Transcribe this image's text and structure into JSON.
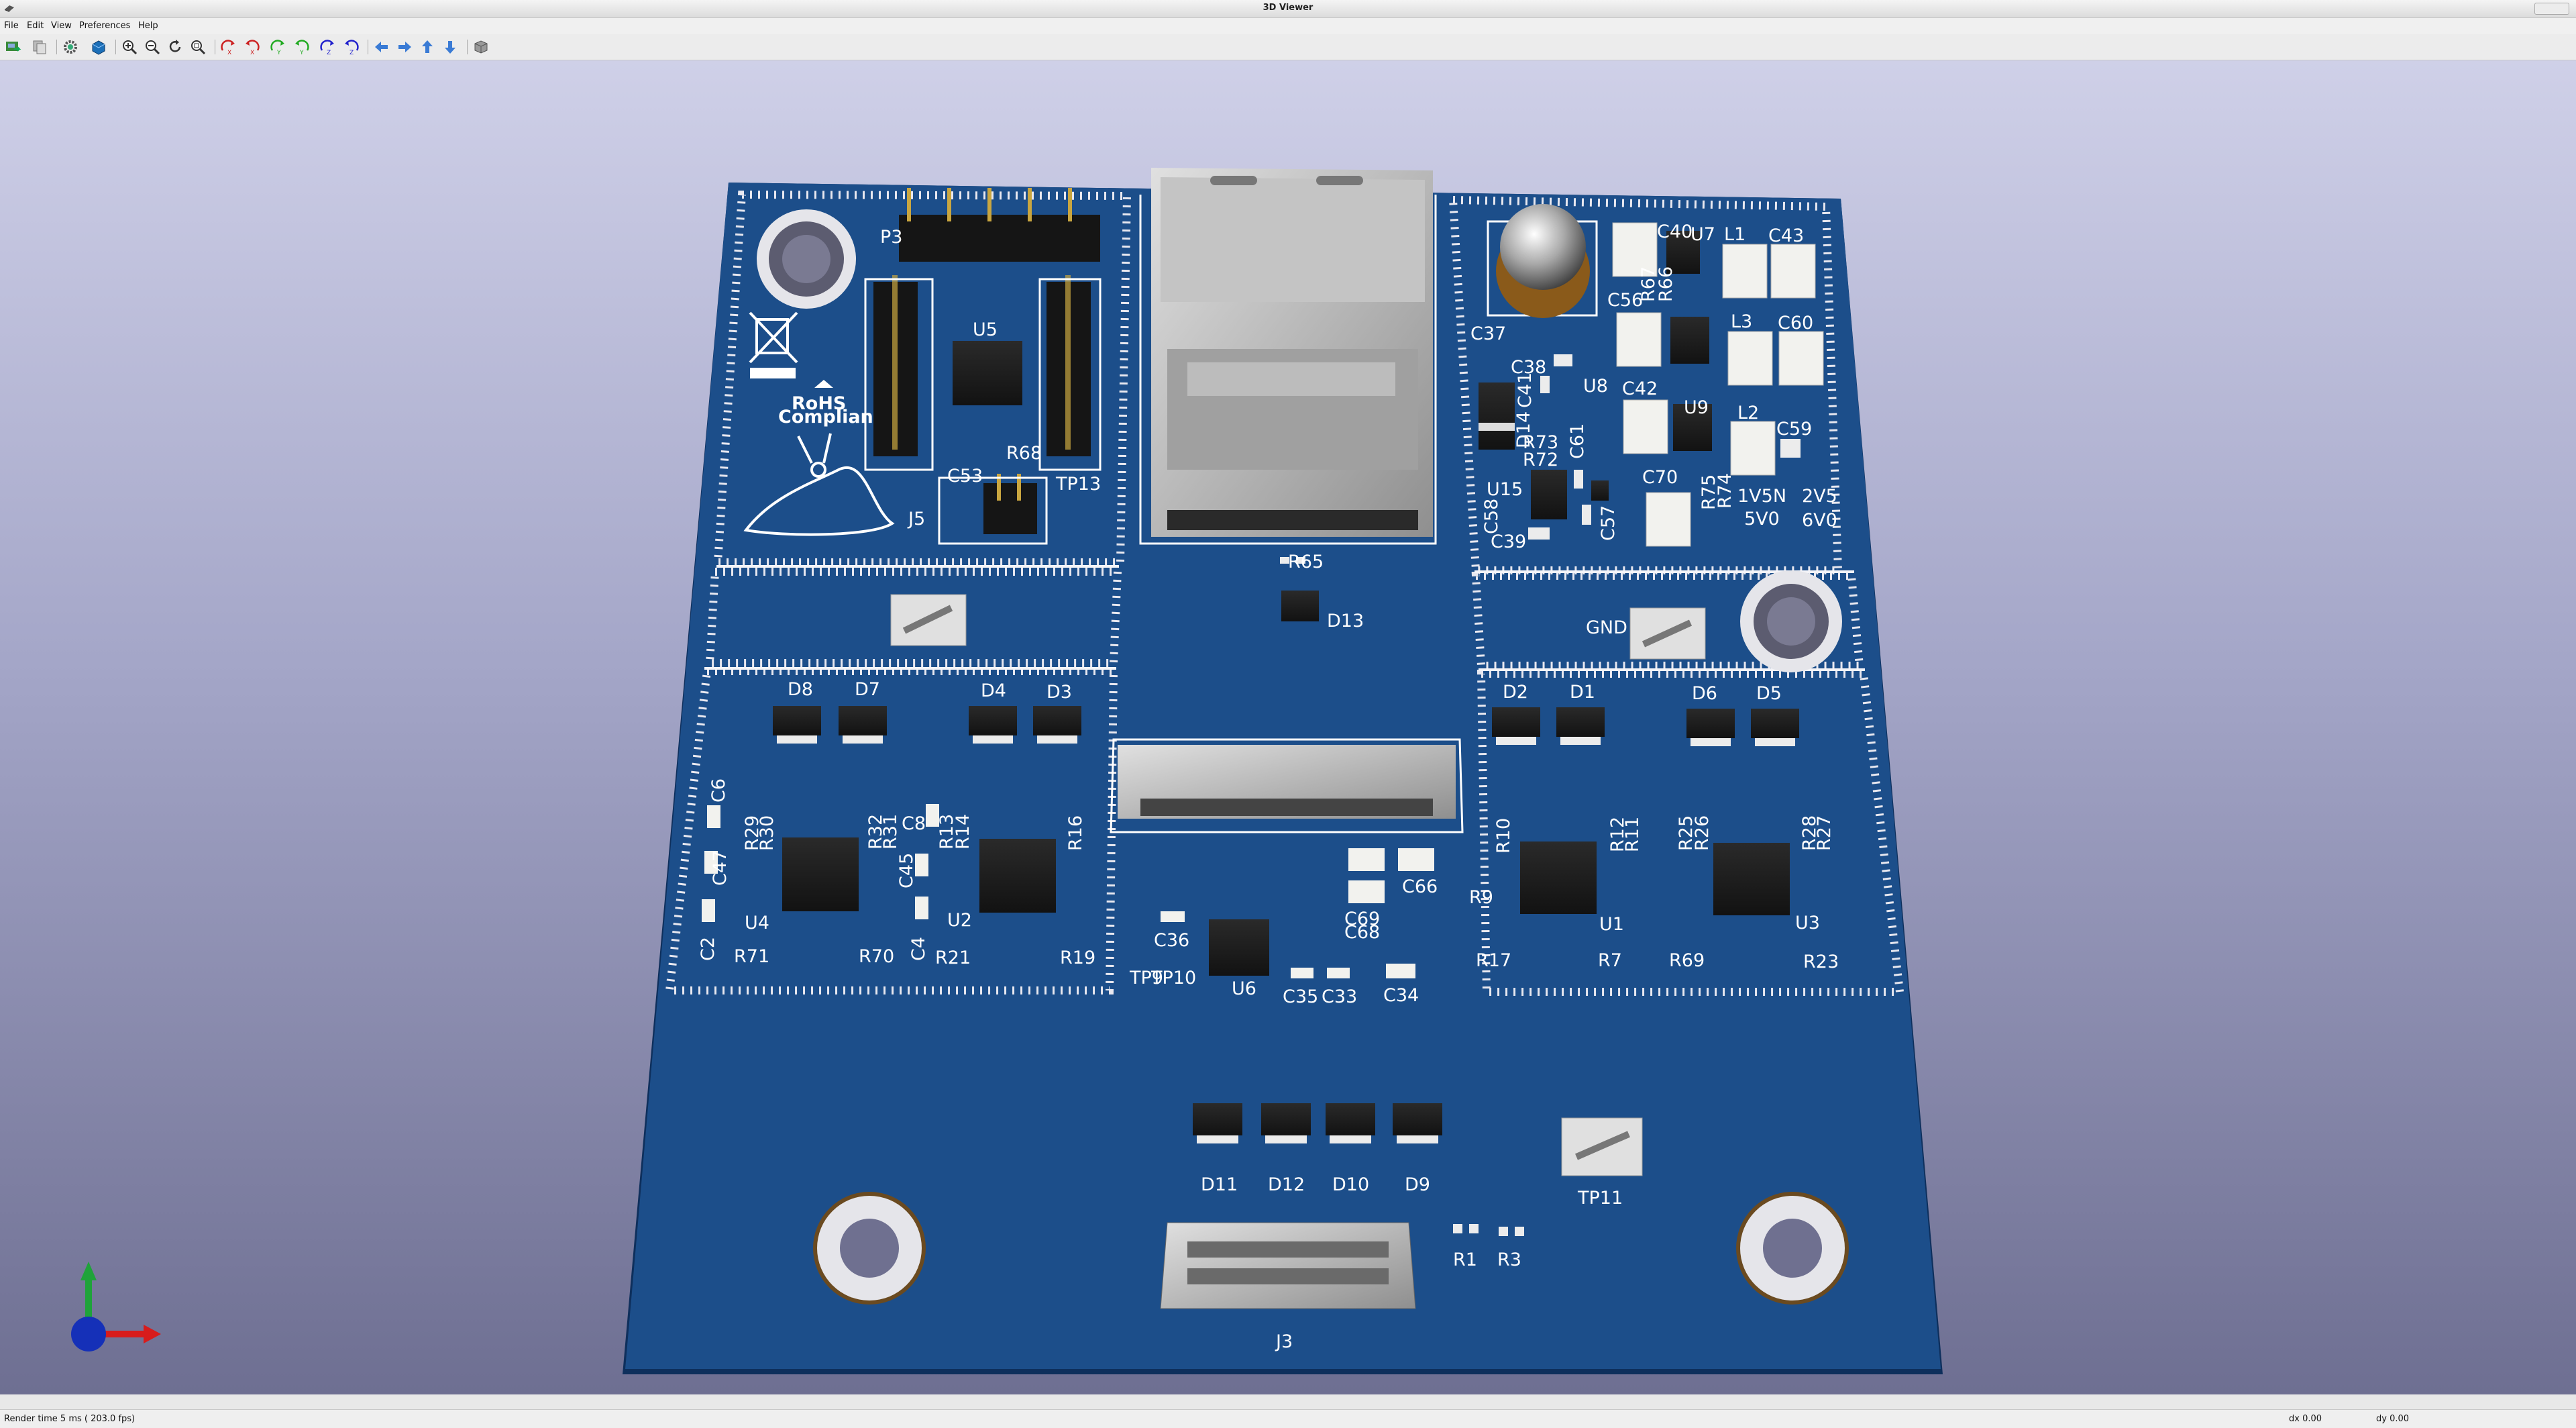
{
  "window": {
    "title": "3D Viewer"
  },
  "menu": [
    "File",
    "Edit",
    "View",
    "Preferences",
    "Help"
  ],
  "toolbar": [
    "export-image-icon",
    "copy-image-icon",
    "settings-icon",
    "board-view-icon",
    "zoom-in-icon",
    "zoom-out-icon",
    "redraw-icon",
    "zoom-fit-icon",
    "rotate-x-cw-icon",
    "rotate-x-ccw-icon",
    "rotate-y-cw-icon",
    "rotate-y-ccw-icon",
    "rotate-z-cw-icon",
    "rotate-z-ccw-icon",
    "pan-left-icon",
    "pan-right-icon",
    "pan-up-icon",
    "pan-down-icon",
    "toggle-ortho-icon"
  ],
  "board": {
    "colors": {
      "soldermask": "#1c4e8a",
      "silk": "#ffffff",
      "pad": "#ececec",
      "ic": "#1e1e1e",
      "hole": "#6f7090"
    },
    "logos": [
      "RoHS",
      "Compliant"
    ],
    "labels": {
      "P3": "P3",
      "U5": "U5",
      "R68": "R68",
      "C53": "C53",
      "J5": "J5",
      "TP13": "TP13",
      "R65": "R65",
      "D13": "D13",
      "C37": "C37",
      "C38": "C38",
      "U8": "U8",
      "C41": "C41",
      "C40": "C40",
      "U7": "U7",
      "L1": "L1",
      "C43": "C43",
      "C56": "C56",
      "R67": "R67",
      "R66": "R66",
      "L3": "L3",
      "C60": "C60",
      "C42": "C42",
      "U9": "U9",
      "L2": "L2",
      "C59": "C59",
      "D14": "D14",
      "C61": "C61",
      "R73": "R73",
      "R72": "R72",
      "U15": "U15",
      "C58": "C58",
      "C39": "C39",
      "C57": "C57",
      "C70": "C70",
      "R75": "R75",
      "R74": "R74",
      "1V5N": "1V5N",
      "2V5": "2V5",
      "5V0": "5V0",
      "6V0": "6V0",
      "GND": "GND",
      "D8": "D8",
      "D7": "D7",
      "D4": "D4",
      "D3": "D3",
      "D2": "D2",
      "D1": "D1",
      "D6": "D6",
      "D5": "D5",
      "C6": "C6",
      "R29": "R29",
      "R30": "R30",
      "R32": "R32",
      "R31": "R31",
      "C8": "C8",
      "R13": "R13",
      "R14": "R14",
      "R16": "R16",
      "C47": "C47",
      "C45": "C45",
      "C4": "C4",
      "C2": "C2",
      "U4": "U4",
      "U2": "U2",
      "R71": "R71",
      "R70": "R70",
      "R21": "R21",
      "R19": "R19",
      "R10": "R10",
      "R12": "R12",
      "R11": "R11",
      "R25": "R25",
      "R26": "R26",
      "R28": "R28",
      "R27": "R27",
      "R9": "R9",
      "U1": "U1",
      "U3": "U3",
      "R17": "R17",
      "R7": "R7",
      "R69": "R69",
      "R23": "R23",
      "C66": "C66",
      "C69": "C69",
      "C68": "C68",
      "C36": "C36",
      "TP9": "TP9",
      "TP10": "TP10",
      "U6": "U6",
      "C35": "C35",
      "C33": "C33",
      "C34": "C34",
      "D11": "D11",
      "D12": "D12",
      "D10": "D10",
      "D9": "D9",
      "TP11": "TP11",
      "R1": "R1",
      "R3": "R3",
      "J3": "J3"
    }
  },
  "status": {
    "render": "Render time 5 ms ( 203.0 fps)",
    "dx": "dx 0.00",
    "dy": "dy 0.00"
  }
}
